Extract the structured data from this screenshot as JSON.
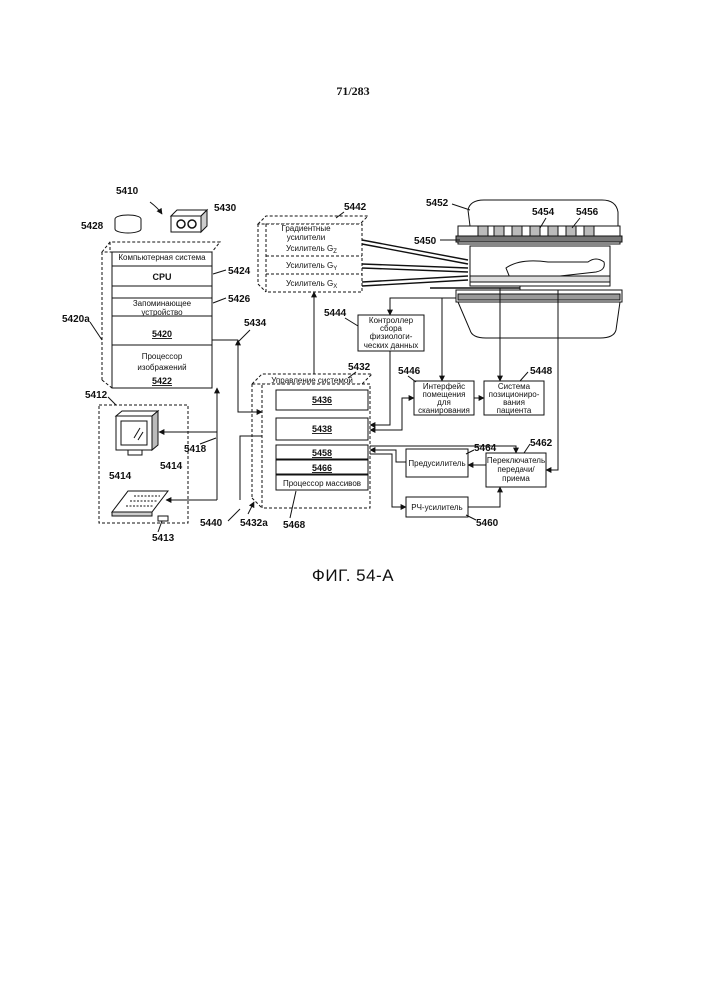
{
  "page": {
    "number": "71/283",
    "caption": "ФИГ. 54-A"
  },
  "refs": {
    "r5410": "5410",
    "r5428": "5428",
    "r5430": "5430",
    "r5424": "5424",
    "r5426": "5426",
    "r5420a": "5420a",
    "r5434": "5434",
    "r5412": "5412",
    "r5418": "5418",
    "r5414a": "5414",
    "r5414b": "5414",
    "r5413": "5413",
    "r5440": "5440",
    "r5432a": "5432a",
    "r5468": "5468",
    "r5432": "5432",
    "r5442": "5442",
    "r5444": "5444",
    "r5452": "5452",
    "r5454": "5454",
    "r5456": "5456",
    "r5450": "5450",
    "r5446": "5446",
    "r5448": "5448",
    "r5464": "5464",
    "r5462": "5462",
    "r5460": "5460"
  },
  "computer": {
    "title": "Компьютерная система",
    "cpu": "CPU",
    "memory_l1": "Запоминающее",
    "memory_l2": "устройство",
    "ref_5420": "5420",
    "imgproc_l1": "Процессор",
    "imgproc_l2": "изображений",
    "ref_5422": "5422"
  },
  "gradient": {
    "title_l1": "Градиентные",
    "title_l2": "усилители",
    "gz": "Усилитель G",
    "gy": "Усилитель G",
    "gx": "Усилитель G",
    "sz": "Z",
    "sy": "Y",
    "sx": "X"
  },
  "controller": {
    "l1": "Контроллер",
    "l2": "сбора",
    "l3": "физиологи-",
    "l4": "ческих данных"
  },
  "system_control": {
    "title": "Управление системой",
    "ref_5436": "5436",
    "ref_5438": "5438",
    "ref_5458": "5458",
    "ref_5466": "5466",
    "array_proc": "Процессор массивов"
  },
  "interface": {
    "l1": "Интерфейс",
    "l2": "помещения",
    "l3": "для",
    "l4": "сканирования"
  },
  "positioning": {
    "l1": "Система",
    "l2": "позициониро-",
    "l3": "вания",
    "l4": "пациента"
  },
  "preamp": "Предусилитель",
  "switch": {
    "l1": "Переключатель",
    "l2": "передачи/",
    "l3": "приема"
  },
  "rf_amp": "РЧ-усилитель"
}
